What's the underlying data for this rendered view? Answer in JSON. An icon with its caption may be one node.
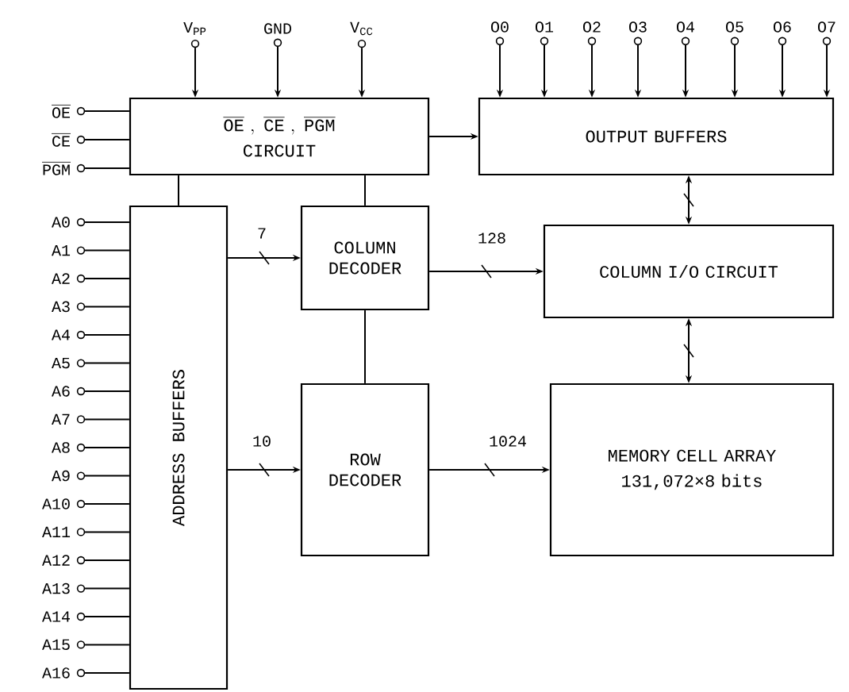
{
  "diagram": {
    "nodes": [
      {
        "text": [
          "\\overline{\\mbox{OE}}\\ ,\\ \\overline{\\mbox{CE}}\\ ,\\ \\overline{\\mbox{PGM}}",
          "CIRCUIT"
        ]
      },
      {
        "text": [
          "OUTPUT BUFFERS"
        ]
      },
      {
        "text": [
          "ADDRESS BUFFERS"
        ]
      },
      {
        "text": [
          "COLUMN DECODER"
        ]
      },
      {
        "text": [
          "COLUMN I/O CIRCUIT"
        ]
      },
      {
        "text": [
          "ROW DECODER"
        ]
      },
      {
        "text": [
          "MEMORY CELL ARRAY",
          "131,072×8 bits"
        ]
      },
      {
        "text": [
          "V$_{PP}$"
        ]
      },
      {
        "text": [
          "GND"
        ]
      },
      {
        "text": [
          "V$_{CC}$"
        ]
      },
      {
        "text": [
          "O0"
        ]
      },
      {
        "text": [
          "O1"
        ]
      },
      {
        "text": [
          "O2"
        ]
      },
      {
        "text": [
          "O3"
        ]
      },
      {
        "text": [
          "O4"
        ]
      },
      {
        "text": [
          "O5"
        ]
      },
      {
        "text": [
          "O6"
        ]
      },
      {
        "text": [
          "O7"
        ]
      },
      {
        "text": [
          "\\overline{\\mbox{OE}}"
        ]
      },
      {
        "text": [
          "\\overline{\\mbox{CE}}"
        ]
      },
      {
        "text": [
          "\\overline{\\mbox{PGM}}"
        ]
      },
      {
        "text": [
          "A0"
        ]
      },
      {
        "text": [
          "A1"
        ]
      },
      {
        "text": [
          "A2"
        ]
      },
      {
        "text": [
          "A3"
        ]
      },
      {
        "text": [
          "A4"
        ]
      },
      {
        "text": [
          "A5"
        ]
      },
      {
        "text": [
          "A6"
        ]
      },
      {
        "text": [
          "A7"
        ]
      },
      {
        "text": [
          "A8"
        ]
      },
      {
        "text": [
          "A9"
        ]
      },
      {
        "text": [
          "A10"
        ]
      },
      {
        "text": [
          "A11"
        ]
      },
      {
        "text": [
          "A12"
        ]
      },
      {
        "text": [
          "A13"
        ]
      },
      {
        "text": [
          "A14"
        ]
      },
      {
        "text": [
          "A15"
        ]
      },
      {
        "text": [
          "A16"
        ]
      }
    ],
    "edges": [
      {
        "from": 7,
        "to": 0,
        "arrow": "to"
      },
      {
        "from": 8,
        "to": 0,
        "arrow": "to"
      },
      {
        "from": 9,
        "to": 0,
        "arrow": "to"
      },
      {
        "from": 10,
        "to": 1,
        "arrow": "to"
      },
      {
        "from": 11,
        "to": 1,
        "arrow": "to"
      },
      {
        "from": 12,
        "to": 1,
        "arrow": "to"
      },
      {
        "from": 13,
        "to": 1,
        "arrow": "to"
      },
      {
        "from": 14,
        "to": 1,
        "arrow": "to"
      },
      {
        "from": 15,
        "to": 1,
        "arrow": "to"
      },
      {
        "from": 16,
        "to": 1,
        "arrow": "to"
      },
      {
        "from": 17,
        "to": 1,
        "arrow": "to"
      },
      {
        "from": 18,
        "to": 0,
        "arrow": "none"
      },
      {
        "from": 19,
        "to": 0,
        "arrow": "none"
      },
      {
        "from": 20,
        "to": 0,
        "arrow": "none"
      },
      {
        "from": 21,
        "to": 2,
        "arrow": "none"
      },
      {
        "from": 22,
        "to": 2,
        "arrow": "none"
      },
      {
        "from": 23,
        "to": 2,
        "arrow": "none"
      },
      {
        "from": 24,
        "to": 2,
        "arrow": "none"
      },
      {
        "from": 25,
        "to": 2,
        "arrow": "none"
      },
      {
        "from": 26,
        "to": 2,
        "arrow": "none"
      },
      {
        "from": 27,
        "to": 2,
        "arrow": "none"
      },
      {
        "from": 28,
        "to": 2,
        "arrow": "none"
      },
      {
        "from": 29,
        "to": 2,
        "arrow": "none"
      },
      {
        "from": 30,
        "to": 2,
        "arrow": "none"
      },
      {
        "from": 31,
        "to": 2,
        "arrow": "none"
      },
      {
        "from": 32,
        "to": 2,
        "arrow": "none"
      },
      {
        "from": 33,
        "to": 2,
        "arrow": "none"
      },
      {
        "from": 34,
        "to": 2,
        "arrow": "none"
      },
      {
        "from": 35,
        "to": 2,
        "arrow": "none"
      },
      {
        "from": 36,
        "to": 2,
        "arrow": "none"
      },
      {
        "from": 37,
        "to": 2,
        "arrow": "none"
      },
      {
        "from": 0,
        "to": 2,
        "arrow": "none"
      },
      {
        "from": 0,
        "to": 3,
        "arrow": "none"
      },
      {
        "from": 0,
        "to": 1,
        "arrow": "to"
      },
      {
        "from": 2,
        "to": 3,
        "arrow": "to",
        "label": "7"
      },
      {
        "from": 2,
        "to": 5,
        "arrow": "to",
        "label": "10"
      },
      {
        "from": 3,
        "to": 4,
        "arrow": "to",
        "label": "128"
      },
      {
        "from": 3,
        "to": 5,
        "arrow": "none"
      },
      {
        "from": 5,
        "to": 6,
        "arrow": "to",
        "label": "1024"
      },
      {
        "from": 6,
        "to": 4,
        "arrow": "both"
      },
      {
        "from": 4,
        "to": 1,
        "arrow": "both"
      }
    ]
  }
}
